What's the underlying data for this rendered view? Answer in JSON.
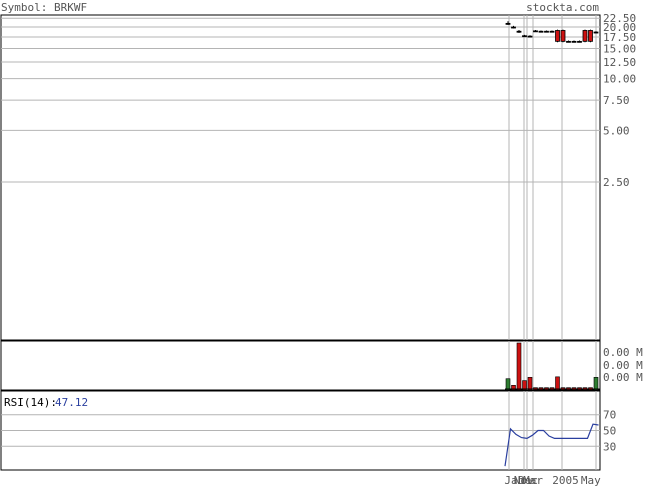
{
  "header": {
    "symbol_label": "Symbol: BRKWF",
    "site_label": "stockta.com"
  },
  "colors": {
    "frame": "#000000",
    "grid": "#b4b4b4",
    "text": "#555555",
    "up": "#2e7d32",
    "down": "#cc1111",
    "rsi_line": "#2a3f9f",
    "rsi_value": "#2a3f9f"
  },
  "chart_data": {
    "type": "candlestick",
    "price_axis": {
      "scale": "log",
      "ticks": [
        "22.50",
        "20.00",
        "17.50",
        "15.00",
        "12.50",
        "10.00",
        "7.50",
        "5.00",
        "2.50"
      ],
      "tick_values": [
        22.5,
        20,
        17.5,
        15,
        12.5,
        10,
        7.5,
        5,
        2.5
      ],
      "range": [
        0.3,
        23.5
      ]
    },
    "x_axis": {
      "labels": [
        "Jan",
        "Nov",
        "Dec",
        "Mar",
        "2005",
        "May"
      ],
      "label_index": [
        0.8,
        2.5,
        3.3,
        4.2,
        9.5,
        14.7
      ]
    },
    "candles": [
      {
        "open": 21.0,
        "high": 21.6,
        "low": 20.6,
        "close": 20.8
      },
      {
        "open": 20.0,
        "high": 20.3,
        "low": 19.6,
        "close": 19.9
      },
      {
        "open": 18.8,
        "high": 19.2,
        "low": 18.5,
        "close": 18.9
      },
      {
        "open": 17.8,
        "high": 18.0,
        "low": 17.5,
        "close": 17.7
      },
      {
        "open": 17.7,
        "high": 17.9,
        "low": 17.5,
        "close": 17.6
      },
      {
        "open": 18.9,
        "high": 19.2,
        "low": 18.7,
        "close": 19.0
      },
      {
        "open": 18.9,
        "high": 19.1,
        "low": 18.7,
        "close": 18.9
      },
      {
        "open": 18.9,
        "high": 19.1,
        "low": 18.7,
        "close": 18.9
      },
      {
        "open": 18.9,
        "high": 19.1,
        "low": 18.7,
        "close": 18.9
      },
      {
        "open": 19.1,
        "high": 19.3,
        "low": 16.3,
        "close": 16.5
      },
      {
        "open": 19.1,
        "high": 19.3,
        "low": 16.3,
        "close": 16.5
      },
      {
        "open": 16.5,
        "high": 16.7,
        "low": 16.3,
        "close": 16.5
      },
      {
        "open": 16.5,
        "high": 16.7,
        "low": 16.3,
        "close": 16.5
      },
      {
        "open": 16.5,
        "high": 16.7,
        "low": 16.3,
        "close": 16.5
      },
      {
        "open": 19.1,
        "high": 19.3,
        "low": 16.3,
        "close": 16.5
      },
      {
        "open": 19.1,
        "high": 19.3,
        "low": 16.3,
        "close": 16.5
      },
      {
        "open": 18.6,
        "high": 18.9,
        "low": 18.4,
        "close": 18.7
      }
    ],
    "volume_axis": {
      "ticks": [
        "0.00 M",
        "0.00 M",
        "0.00 M"
      ],
      "max": 1
    },
    "volume": [
      {
        "v": 0.24,
        "up": true
      },
      {
        "v": 0.1,
        "up": false
      },
      {
        "v": 1.0,
        "up": false
      },
      {
        "v": 0.2,
        "up": false
      },
      {
        "v": 0.27,
        "up": false
      },
      {
        "v": 0.05,
        "up": false
      },
      {
        "v": 0.05,
        "up": false
      },
      {
        "v": 0.05,
        "up": false
      },
      {
        "v": 0.05,
        "up": false
      },
      {
        "v": 0.28,
        "up": false
      },
      {
        "v": 0.05,
        "up": false
      },
      {
        "v": 0.05,
        "up": false
      },
      {
        "v": 0.05,
        "up": false
      },
      {
        "v": 0.05,
        "up": false
      },
      {
        "v": 0.05,
        "up": false
      },
      {
        "v": 0.05,
        "up": false
      },
      {
        "v": 0.27,
        "up": true
      }
    ],
    "rsi": {
      "label": "RSI(14):",
      "value": "47.12",
      "ticks": [
        70,
        50,
        30
      ],
      "range": [
        0,
        100
      ],
      "values": [
        5,
        52,
        45,
        41,
        40,
        44,
        50,
        50,
        43,
        40,
        40,
        40,
        40,
        40,
        40,
        40,
        58,
        57
      ]
    }
  }
}
